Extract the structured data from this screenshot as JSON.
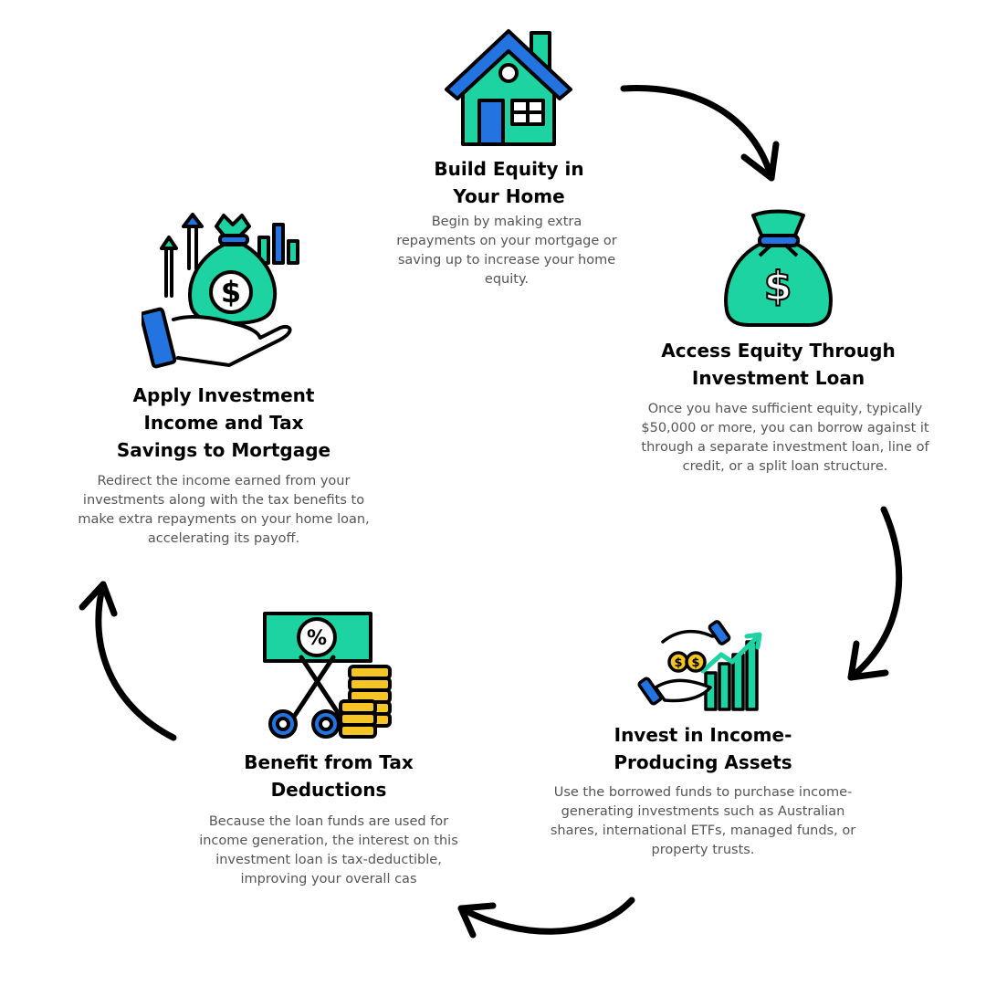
{
  "colors": {
    "accent_green": "#1DD3A2",
    "accent_blue": "#2374E1",
    "coin_gold": "#F5C425",
    "outline": "#000000"
  },
  "steps": [
    {
      "icon": "house-icon",
      "title": "Build Equity in Your Home",
      "description": "Begin by making extra repayments on your mortgage or saving up to increase your home equity."
    },
    {
      "icon": "money-bag-icon",
      "title": "Access Equity Through Investment Loan",
      "description": "Once you have sufficient equity, typically $50,000 or more, you can borrow against it through a separate investment loan, line of credit, or a split loan structure."
    },
    {
      "icon": "investment-growth-icon",
      "title": "Invest in Income-Producing Assets",
      "description": "Use the borrowed funds to purchase income-generating investments such as Australian shares, international ETFs, managed funds, or property trusts."
    },
    {
      "icon": "tax-cut-icon",
      "title": "Benefit from Tax Deductions",
      "description": "Because the loan funds are used for income generation, the interest on this investment loan is tax-deductible, improving your overall cas"
    },
    {
      "icon": "money-hand-growth-icon",
      "title": "Apply Investment Income and Tax Savings to Mortgage",
      "description": "Redirect the income earned from your investments along with the tax benefits to make extra repayments on your home loan, accelerating its payoff."
    }
  ]
}
